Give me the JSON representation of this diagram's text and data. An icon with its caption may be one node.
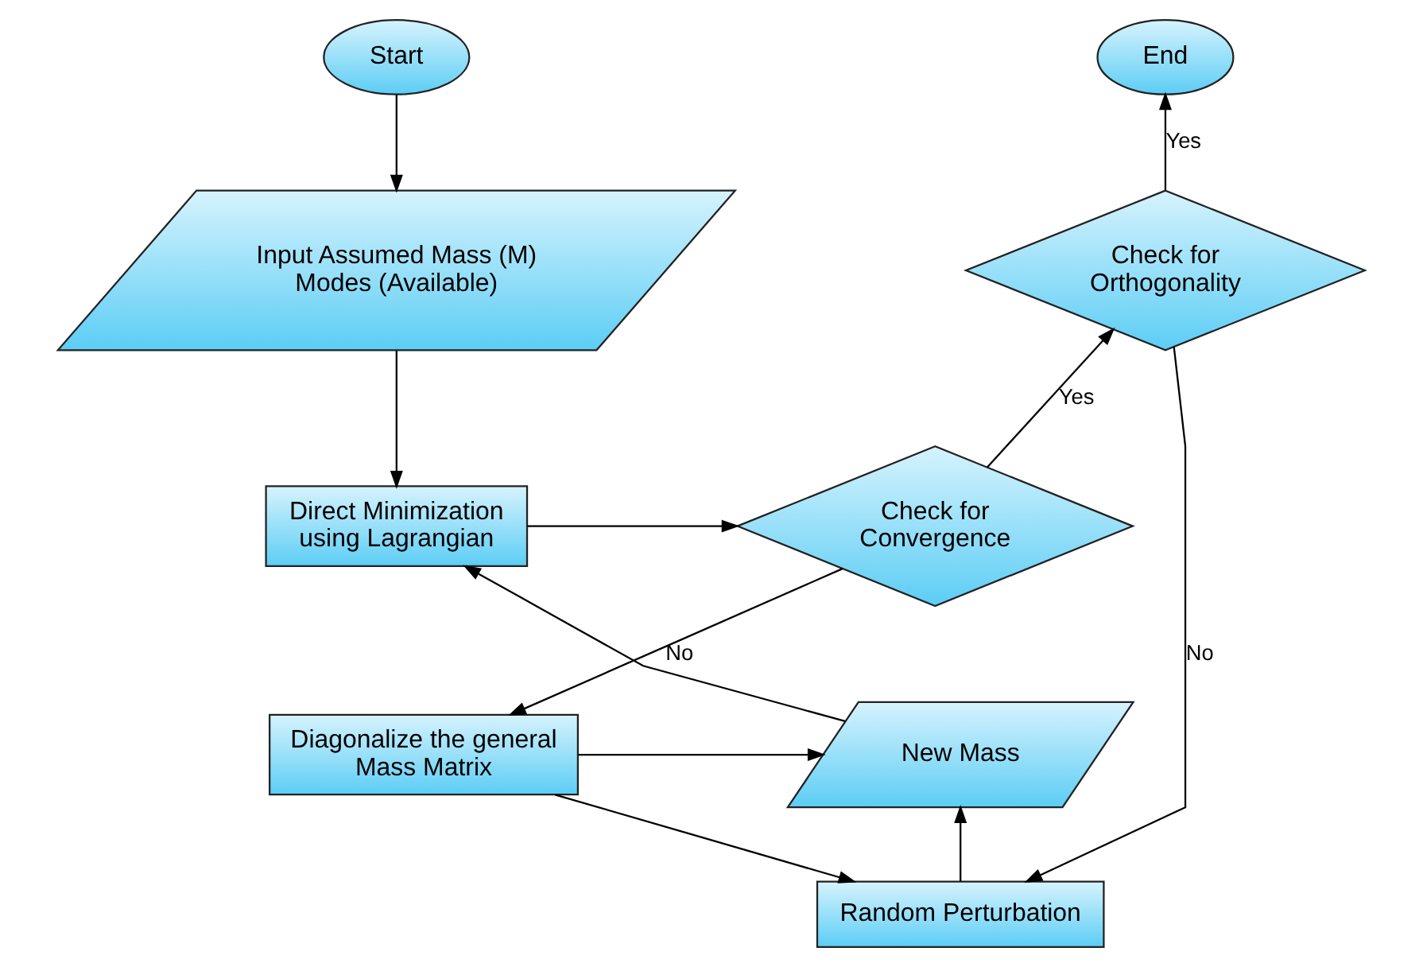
{
  "diagram": {
    "nodes": [
      {
        "text": [
          "Start"
        ]
      },
      {
        "text": [
          "End"
        ]
      },
      {
        "text": [
          "Input Assumed Mass (M) Modes (Available)"
        ]
      },
      {
        "text": [
          "Check for Orthogonality"
        ]
      },
      {
        "text": [
          "Direct Minimization using Lagrangian"
        ]
      },
      {
        "text": [
          "Check for Convergence"
        ]
      },
      {
        "text": [
          "New Mass"
        ]
      },
      {
        "text": [
          "Diagonalize the general Mass Matrix"
        ]
      },
      {
        "text": [
          "Random Perturbation"
        ]
      }
    ],
    "edges": [
      {
        "from": 0,
        "to": 2,
        "arrow": "to"
      },
      {
        "from": 2,
        "to": 4,
        "arrow": "to"
      },
      {
        "from": 4,
        "to": 5,
        "arrow": "to"
      },
      {
        "from": 5,
        "to": 3,
        "arrow": "to",
        "label": "Yes"
      },
      {
        "from": 3,
        "to": 1,
        "arrow": "to",
        "label": "Yes"
      },
      {
        "from": 5,
        "to": 7,
        "arrow": "to",
        "label": "No"
      },
      {
        "from": 3,
        "to": 8,
        "arrow": "to",
        "label": "No"
      },
      {
        "from": 7,
        "to": 6,
        "arrow": "to"
      },
      {
        "from": 7,
        "to": 8,
        "arrow": "to"
      },
      {
        "from": 8,
        "to": 6,
        "arrow": "to"
      },
      {
        "from": 6,
        "to": 4,
        "arrow": "to"
      }
    ]
  }
}
